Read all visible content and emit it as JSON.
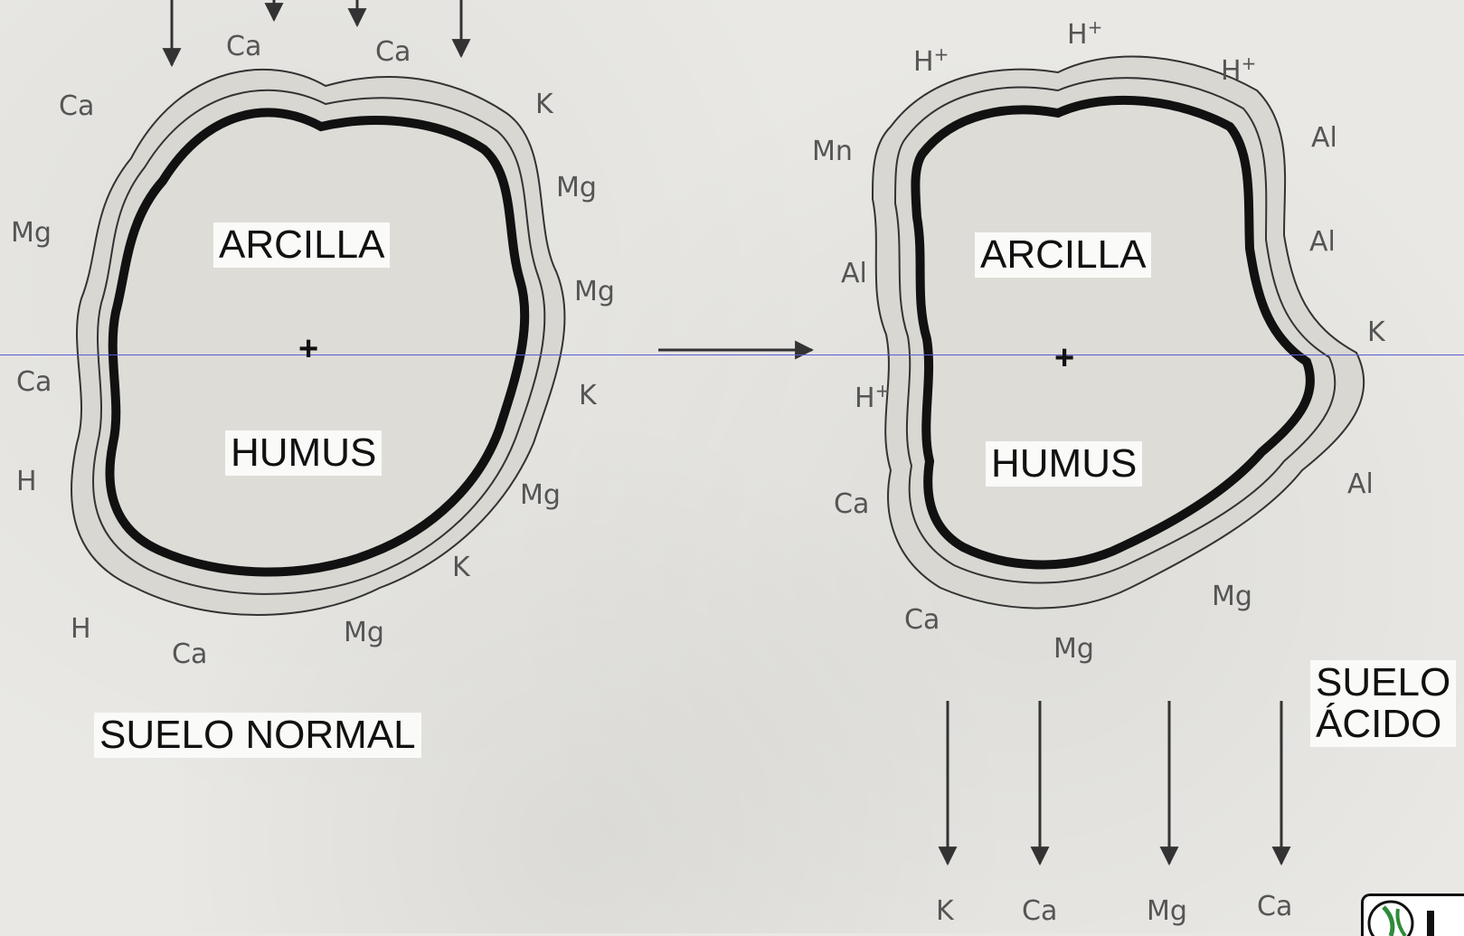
{
  "left": {
    "center_top": "ARCILLA",
    "center_plus": "+",
    "center_bottom": "HUMUS",
    "caption": "SUELO NORMAL",
    "ions_top": [
      "Ca",
      "Ca"
    ],
    "ions_around": [
      "Ca",
      "Mg",
      "Ca",
      "H",
      "H",
      "Ca",
      "Mg",
      "K",
      "Mg",
      "K",
      "Mg",
      "Mg",
      "K"
    ]
  },
  "right": {
    "center_top": "ARCILLA",
    "center_plus": "+",
    "center_bottom": "HUMUS",
    "caption_line1": "SUELO",
    "caption_line2": "ÁCIDO",
    "ions_around": [
      "H",
      "H",
      "H",
      "Mn",
      "Al",
      "H",
      "Ca",
      "Ca",
      "Mg",
      "Mg",
      "Al",
      "Al",
      "Al",
      "K"
    ],
    "leached": [
      "K",
      "Ca",
      "Mg",
      "Ca"
    ]
  },
  "colors": {
    "guide_line": "#5a5ad8",
    "ink": "#111111"
  }
}
